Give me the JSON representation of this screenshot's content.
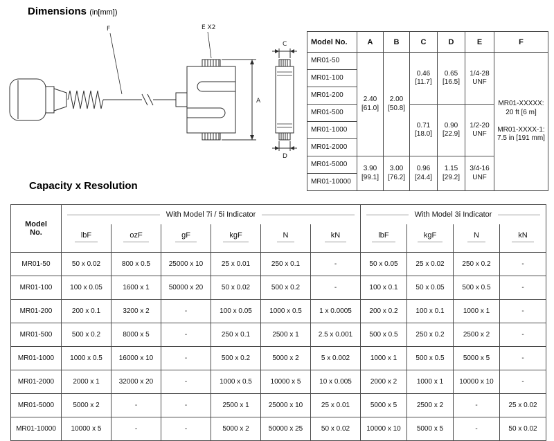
{
  "titles": {
    "dimensions": "Dimensions",
    "dimensions_unit": "(in[mm])",
    "capacity": "Capacity x Resolution"
  },
  "drawing": {
    "labels": {
      "f": "F",
      "e": "E X2",
      "a": "A",
      "c": "C",
      "d": "D"
    }
  },
  "dimensions_table": {
    "headers": [
      "Model No.",
      "A",
      "B",
      "C",
      "D",
      "E",
      "F"
    ],
    "models": [
      "MR01-50",
      "MR01-100",
      "MR01-200",
      "MR01-500",
      "MR01-1000",
      "MR01-2000",
      "MR01-5000",
      "MR01-10000"
    ],
    "columns": [
      {
        "key": "A",
        "groups": [
          {
            "span": 6,
            "lines": [
              "2.40",
              "[61.0]"
            ]
          },
          {
            "span": 2,
            "lines": [
              "3.90",
              "[99.1]"
            ]
          }
        ]
      },
      {
        "key": "B",
        "groups": [
          {
            "span": 6,
            "lines": [
              "2.00",
              "[50.8]"
            ]
          },
          {
            "span": 2,
            "lines": [
              "3.00",
              "[76.2]"
            ]
          }
        ]
      },
      {
        "key": "C",
        "groups": [
          {
            "span": 3,
            "lines": [
              "0.46",
              "[11.7]"
            ]
          },
          {
            "span": 3,
            "lines": [
              "0.71",
              "[18.0]"
            ]
          },
          {
            "span": 2,
            "lines": [
              "0.96",
              "[24.4]"
            ]
          }
        ]
      },
      {
        "key": "D",
        "groups": [
          {
            "span": 3,
            "lines": [
              "0.65",
              "[16.5]"
            ]
          },
          {
            "span": 3,
            "lines": [
              "0.90",
              "[22.9]"
            ]
          },
          {
            "span": 2,
            "lines": [
              "1.15",
              "[29.2]"
            ]
          }
        ]
      },
      {
        "key": "E",
        "groups": [
          {
            "span": 3,
            "lines": [
              "1/4-28",
              "UNF"
            ]
          },
          {
            "span": 3,
            "lines": [
              "1/2-20",
              "UNF"
            ]
          },
          {
            "span": 2,
            "lines": [
              "3/4-16",
              "UNF"
            ]
          }
        ]
      },
      {
        "key": "F",
        "groups": [
          {
            "span": 8,
            "lines": [
              "MR01-XXXXX:",
              "20 ft [6 m]",
              "",
              "MR01-XXXX-1:",
              "7.5 in [191 mm]"
            ]
          }
        ]
      }
    ]
  },
  "capacity_table": {
    "model_header": "Model No.",
    "groups": [
      {
        "label": "With Model 7i / 5i Indicator",
        "units": [
          "lbF",
          "ozF",
          "gF",
          "kgF",
          "N",
          "kN"
        ]
      },
      {
        "label": "With Model 3i Indicator",
        "units": [
          "lbF",
          "kgF",
          "N",
          "kN"
        ]
      }
    ],
    "rows": [
      {
        "model": "MR01-50",
        "values": [
          "50 x 0.02",
          "800 x 0.5",
          "25000 x 10",
          "25 x 0.01",
          "250 x 0.1",
          "-",
          "50 x 0.05",
          "25 x 0.02",
          "250 x 0.2",
          "-"
        ]
      },
      {
        "model": "MR01-100",
        "values": [
          "100 x 0.05",
          "1600 x 1",
          "50000 x 20",
          "50 x 0.02",
          "500 x 0.2",
          "-",
          "100 x 0.1",
          "50 x 0.05",
          "500 x 0.5",
          "-"
        ]
      },
      {
        "model": "MR01-200",
        "values": [
          "200 x 0.1",
          "3200 x 2",
          "-",
          "100 x 0.05",
          "1000 x 0.5",
          "1 x 0.0005",
          "200 x 0.2",
          "100 x 0.1",
          "1000 x 1",
          "-"
        ]
      },
      {
        "model": "MR01-500",
        "values": [
          "500 x 0.2",
          "8000 x 5",
          "-",
          "250 x 0.1",
          "2500 x 1",
          "2.5 x 0.001",
          "500 x 0.5",
          "250 x 0.2",
          "2500 x 2",
          "-"
        ]
      },
      {
        "model": "MR01-1000",
        "values": [
          "1000 x 0.5",
          "16000 x 10",
          "-",
          "500 x 0.2",
          "5000 x 2",
          "5 x 0.002",
          "1000 x 1",
          "500 x 0.5",
          "5000 x 5",
          "-"
        ]
      },
      {
        "model": "MR01-2000",
        "values": [
          "2000 x 1",
          "32000 x 20",
          "-",
          "1000 x 0.5",
          "10000 x 5",
          "10 x 0.005",
          "2000 x 2",
          "1000 x 1",
          "10000 x 10",
          "-"
        ]
      },
      {
        "model": "MR01-5000",
        "values": [
          "5000 x 2",
          "-",
          "-",
          "2500 x 1",
          "25000 x 10",
          "25 x 0.01",
          "5000 x 5",
          "2500 x 2",
          "-",
          "25 x 0.02"
        ]
      },
      {
        "model": "MR01-10000",
        "values": [
          "10000 x 5",
          "-",
          "-",
          "5000 x 2",
          "50000 x 25",
          "50 x 0.02",
          "10000 x 10",
          "5000 x 5",
          "-",
          "50 x 0.02"
        ]
      }
    ]
  }
}
